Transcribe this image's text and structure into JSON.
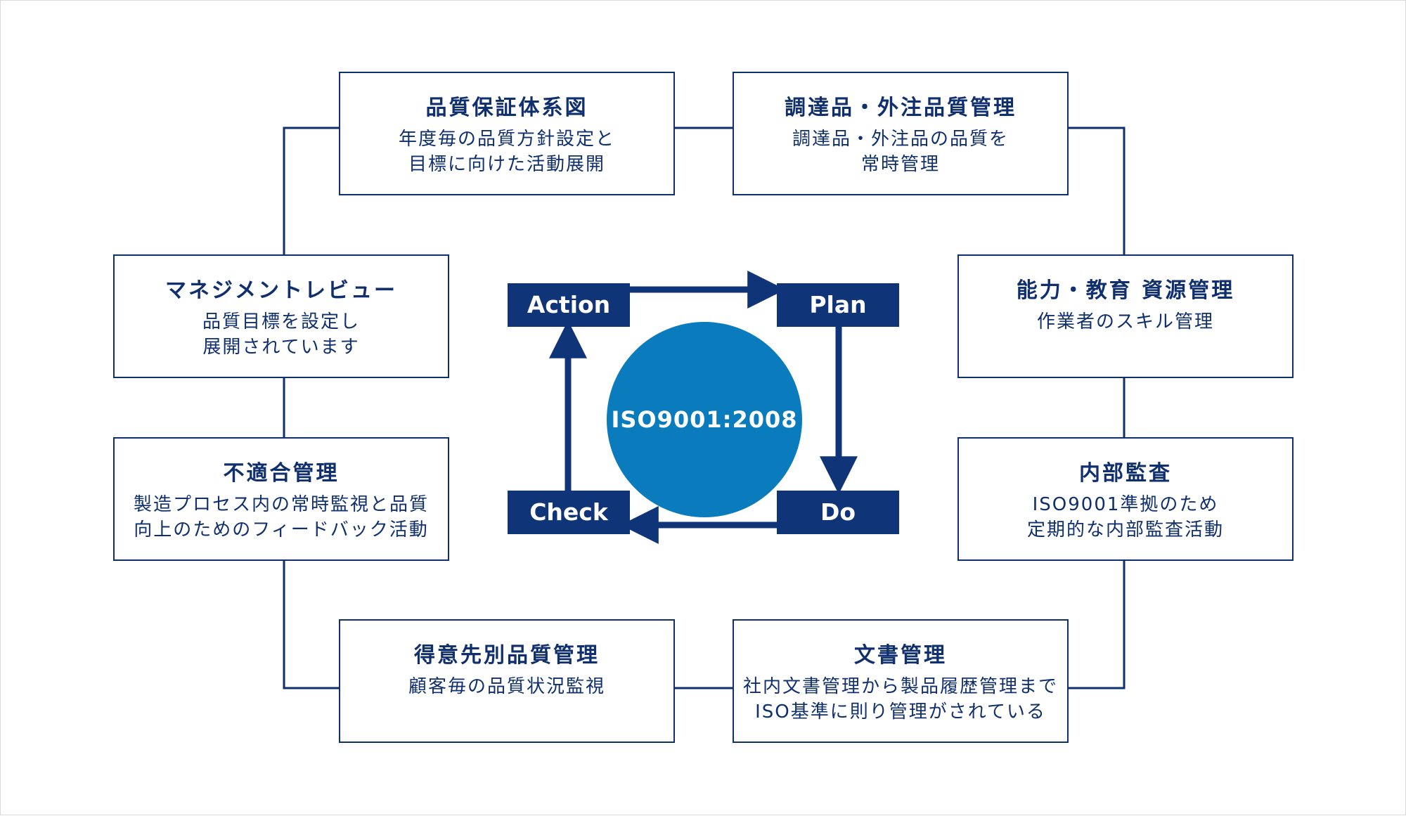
{
  "boxes": {
    "qa_system": {
      "title": "品質保証体系図",
      "desc": "年度毎の品質方針設定と\n目標に向けた活動展開"
    },
    "procurement": {
      "title": "調達品・外注品質管理",
      "desc": "調達品・外注品の品質を\n常時管理"
    },
    "management_review": {
      "title": "マネジメントレビュー",
      "desc": "品質目標を設定し\n展開されています"
    },
    "competence": {
      "title": "能力・教育 資源管理",
      "desc": "作業者のスキル管理"
    },
    "nonconformity": {
      "title": "不適合管理",
      "desc": "製造プロセス内の常時監視と品質\n向上のためのフィードバック活動"
    },
    "internal_audit": {
      "title": "内部監査",
      "desc": "ISO9001準拠のため\n定期的な内部監査活動"
    },
    "customer_quality": {
      "title": "得意先別品質管理",
      "desc": "顧客毎の品質状況監視"
    },
    "document": {
      "title": "文書管理",
      "desc": "社内文書管理から製品履歴管理まで\nISO基準に則り管理がされている"
    }
  },
  "pdca": {
    "action": "Action",
    "plan": "Plan",
    "do": "Do",
    "check": "Check",
    "center": "ISO9001:2008"
  },
  "colors": {
    "navy": "#0f2f6e",
    "pdca_box": "#0f3478",
    "circle": "#0a7bbd"
  }
}
